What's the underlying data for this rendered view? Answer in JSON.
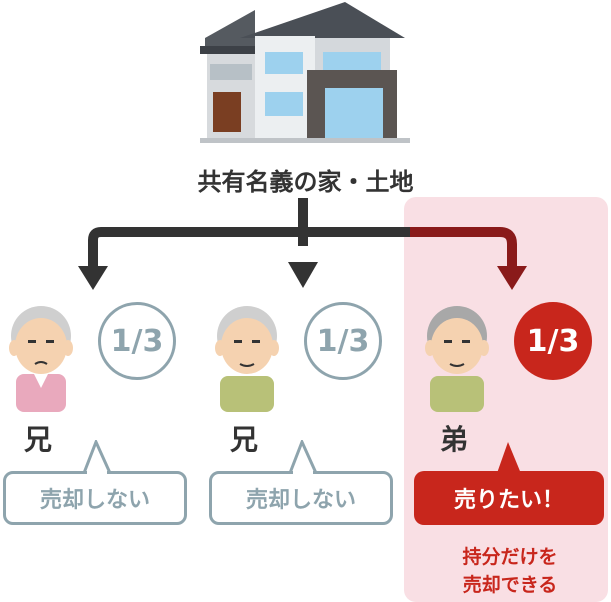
{
  "title": "共有名義の家・土地",
  "left": {
    "share": "1/3",
    "role": "兄",
    "bubble": "売却しない"
  },
  "middle": {
    "share": "1/3",
    "role": "兄",
    "bubble": "売却しない"
  },
  "right": {
    "share": "1/3",
    "role": "弟",
    "bubble": "売りたい！"
  },
  "note_line1": "持分だけを",
  "note_line2": "売却できる",
  "colors": {
    "gray": "#8ea4ad",
    "red": "#c8261c",
    "highlight": "#f9dfe4",
    "arrow": "#333333",
    "arrow_red": "#8a1a1a"
  }
}
